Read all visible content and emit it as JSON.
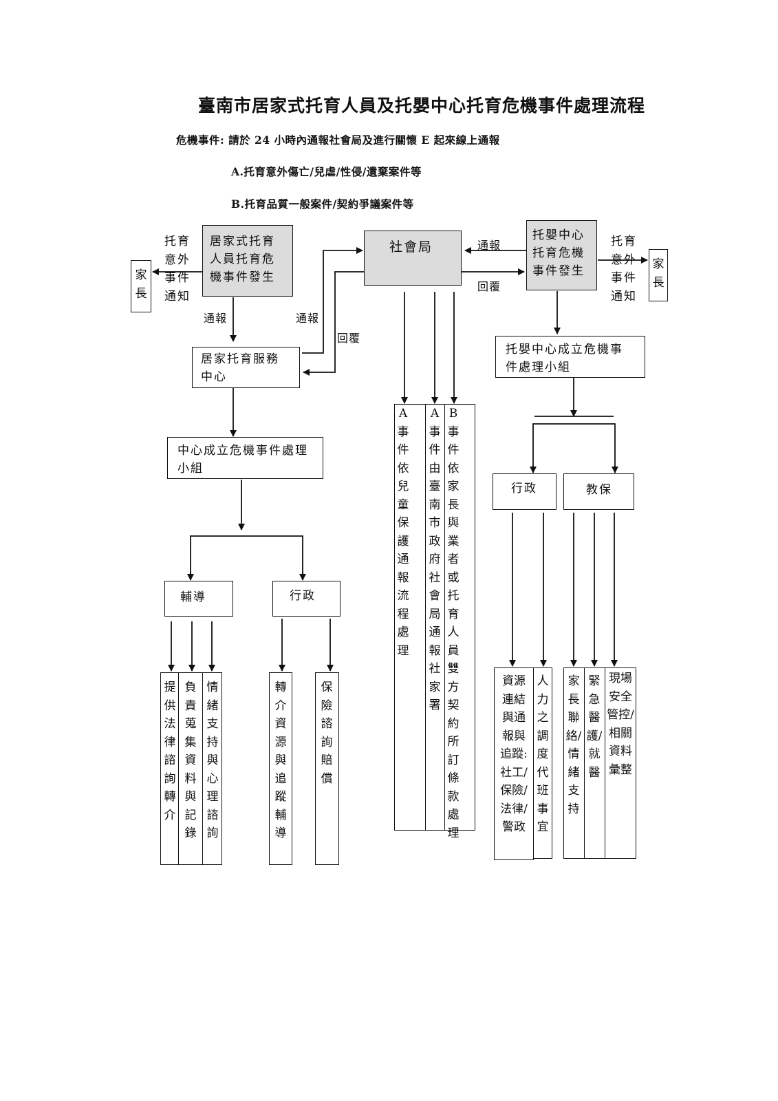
{
  "title": "臺南市居家式托育人員及托嬰中心托育危機事件處理流程",
  "intro": {
    "line1": "危機事件: 請於 24 小時內通報社會局及進行關懷 E 起來線上通報",
    "line2": "A.托育意外傷亡/兒虐/性侵/遺棄案件等",
    "line3": "B.托育品質一般案件/契約爭議案件等"
  },
  "left": {
    "parent": "家長",
    "notify_label": "托育意外事件通知",
    "crisis": "居家式托育\n人員托育危\n機事件發生",
    "report1": "通報",
    "report2": "通報",
    "reply": "回覆",
    "service_center": "居家托育服務\n中心",
    "team": "中心成立危機事件處理\n小組",
    "branch1": "輔導",
    "branch2": "行政",
    "leaves": [
      "提供法律諮詢轉介",
      "負責蒐集資料與記錄",
      "情緒支持與心理諮詢",
      "轉介資源與追蹤輔導",
      "保險諮詢賠償"
    ]
  },
  "center": {
    "social_bureau": "社會局",
    "leaves": [
      "A事件依兒童保護通報流程處理",
      "A事件由臺南市政府社會局通報社家署",
      "B事件依家長與業者或托育人員雙方契約所訂條款處理"
    ]
  },
  "right": {
    "parent": "家長",
    "notify_label": "托育意外事件通知",
    "crisis": "托嬰中心\n托育危機\n事件發生",
    "report": "通報",
    "reply": "回覆",
    "team": "托嬰中心成立危機事\n件處理小組",
    "branch1": "行政",
    "branch2": "教保",
    "leaves": [
      "資源連結與通報與追蹤:社工/保險/法律/警政",
      "人力之調度代班事宜",
      "家長聯絡/情緒支持",
      "緊急醫護/就醫",
      "現場安全管控/相關資料彙整"
    ]
  }
}
